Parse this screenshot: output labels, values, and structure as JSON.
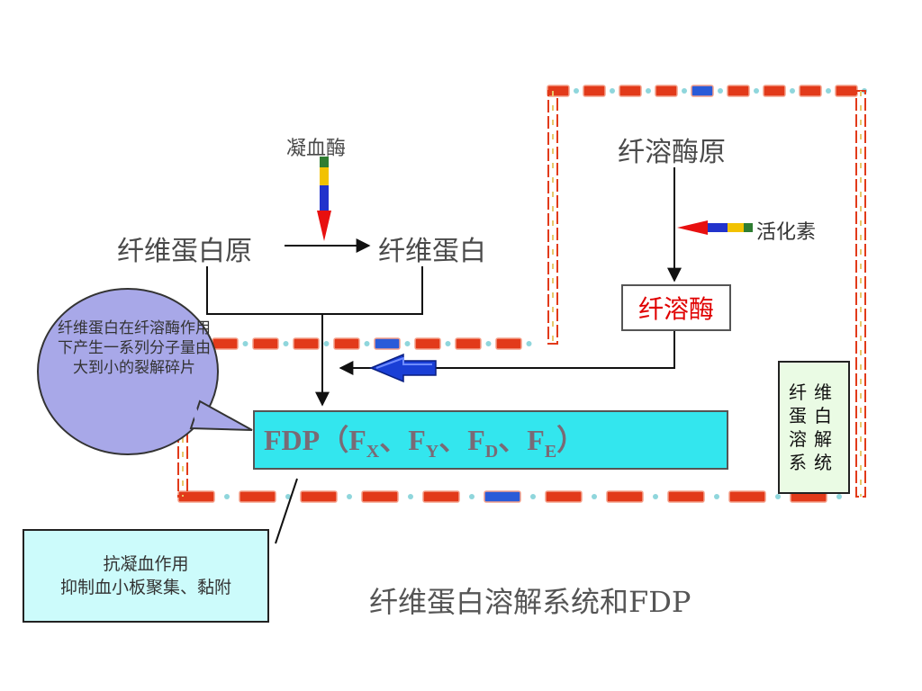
{
  "nodes": {
    "thrombin": "凝血酶",
    "fibrinogen": "纤维蛋白原",
    "fibrin": "纤维蛋白",
    "plasminogen": "纤溶酶原",
    "activator": "活化素",
    "plasmin": "纤溶酶",
    "fdp_main": "FDP（F",
    "fdp_x": "X",
    "fdp_sep1": "、F",
    "fdp_y": "Y",
    "fdp_sep2": "、F",
    "fdp_d": "D",
    "fdp_sep3": "、F",
    "fdp_e": "E",
    "fdp_close": "）"
  },
  "bubble": {
    "text": "纤维蛋白在纤溶酶作用下产生一系列分子量由大到小的裂解碎片"
  },
  "system_box": {
    "text": "纤维蛋白溶解系统"
  },
  "note": {
    "line1": "抗凝血作用",
    "line2": "抑制血小板聚集、黏附"
  },
  "title": "纤维蛋白溶解系统和FDP",
  "colors": {
    "fdp_fill": "#33e6ee",
    "plasmin_text": "#e00000",
    "bubble_fill": "#a8a8e8",
    "note_fill": "#ccfbfb",
    "system_fill": "#eafbe4",
    "dash_red": "#e23a1a",
    "dash_blue": "#2a5bd8",
    "dot_cyan": "#8fd6dc"
  }
}
